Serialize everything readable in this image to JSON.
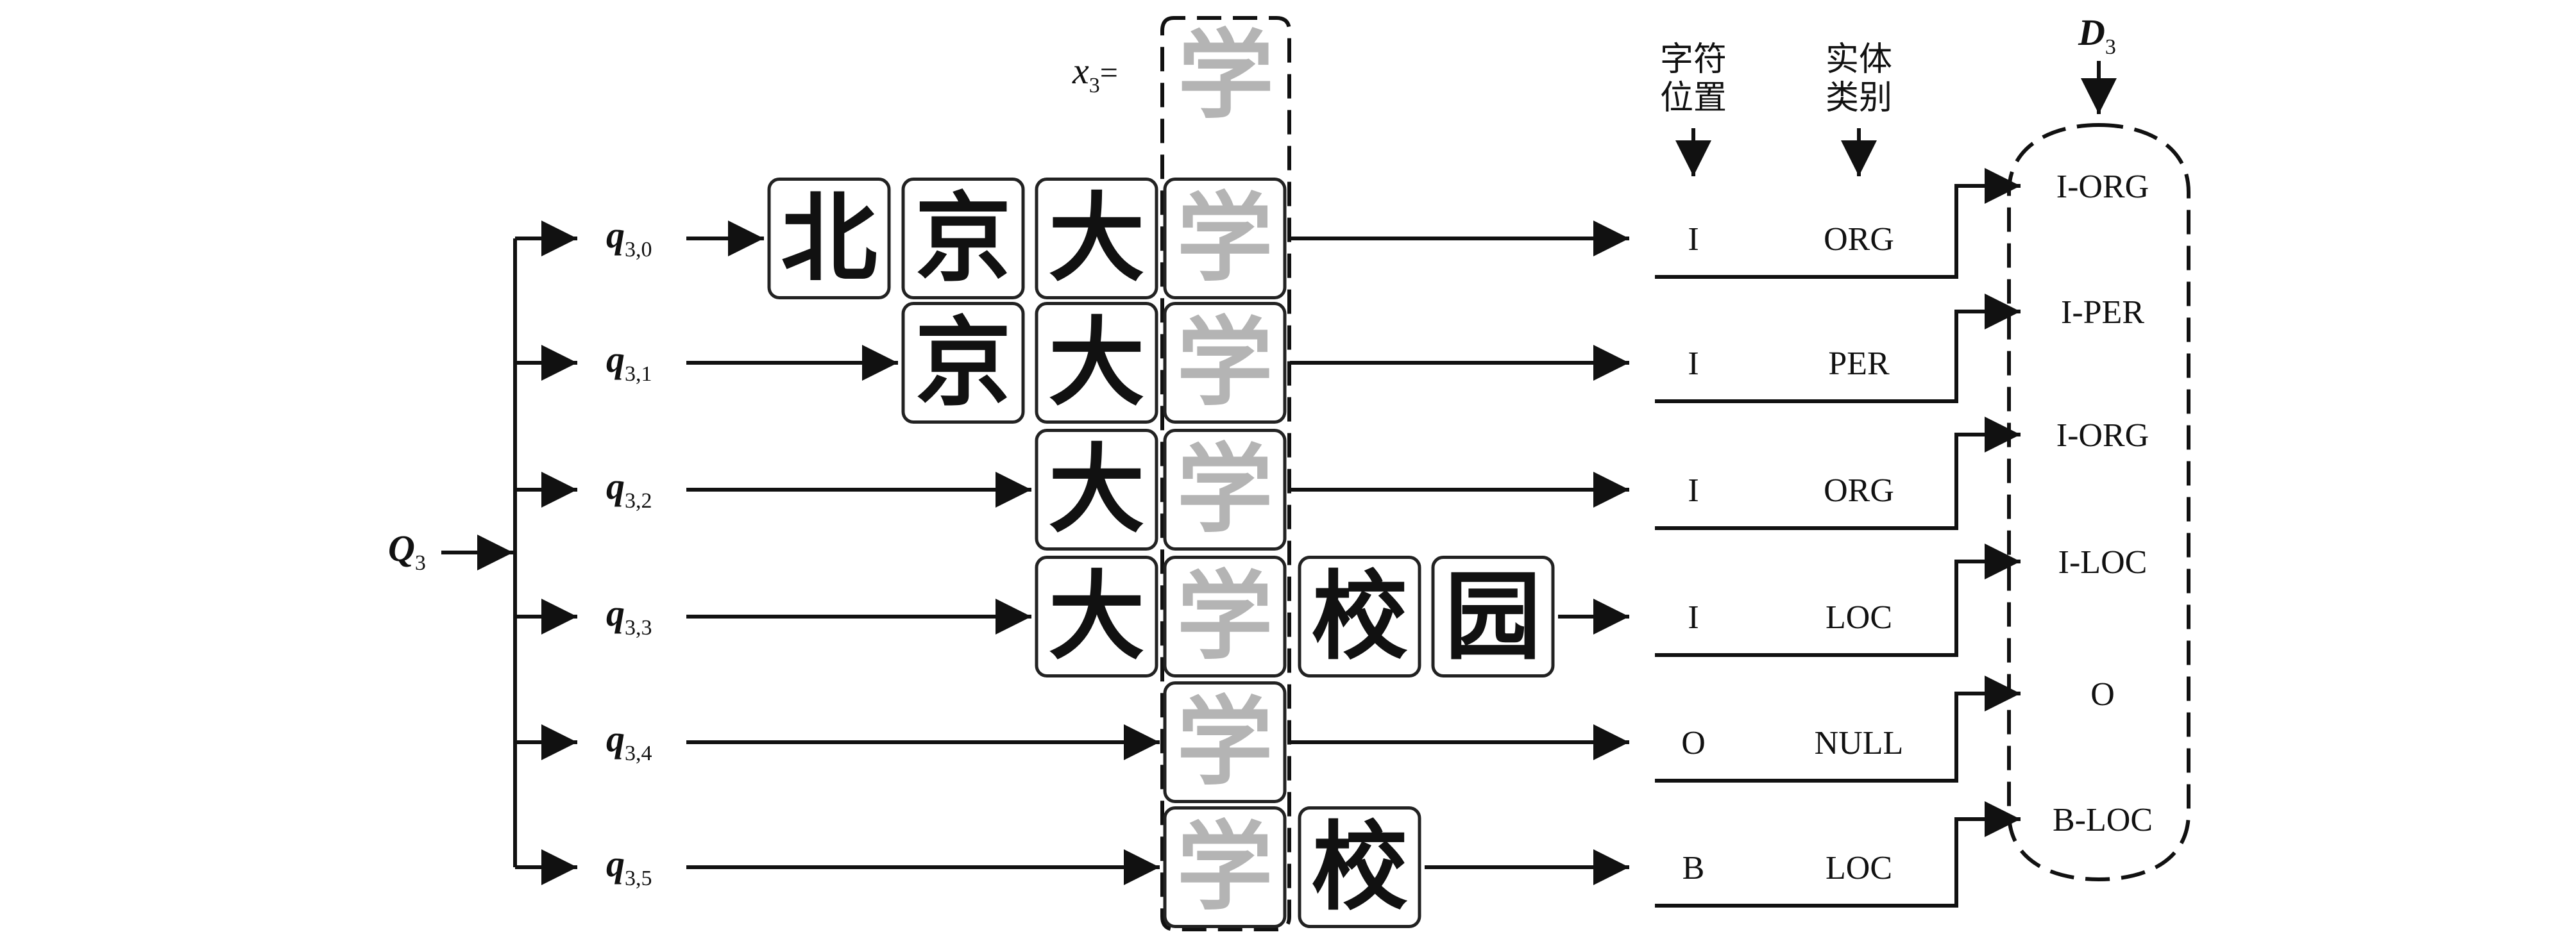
{
  "labels": {
    "q_main": "Q",
    "q_main_sub": "3",
    "x_main": "x",
    "x_sub": "3",
    "x_eq": "=",
    "d_main": "D",
    "d_sub": "3"
  },
  "headers": {
    "char_position": [
      "字符",
      "位置"
    ],
    "entity_type": [
      "实体",
      "类别"
    ]
  },
  "x_char": "学",
  "rows": [
    {
      "q": "q",
      "sub": "3,0",
      "chars": [
        "北",
        "京",
        "大",
        "学"
      ],
      "pos": "I",
      "type": "ORG"
    },
    {
      "q": "q",
      "sub": "3,1",
      "chars": [
        "京",
        "大",
        "学"
      ],
      "pos": "I",
      "type": "PER"
    },
    {
      "q": "q",
      "sub": "3,2",
      "chars": [
        "大",
        "学"
      ],
      "pos": "I",
      "type": "ORG"
    },
    {
      "q": "q",
      "sub": "3,3",
      "chars": [
        "大",
        "学",
        "校",
        "园"
      ],
      "pos": "I",
      "type": "LOC"
    },
    {
      "q": "q",
      "sub": "3,4",
      "chars": [
        "学"
      ],
      "pos": "O",
      "type": "NULL"
    },
    {
      "q": "q",
      "sub": "3,5",
      "chars": [
        "学",
        "校"
      ],
      "pos": "B",
      "type": "LOC"
    }
  ],
  "d_items": [
    "I-ORG",
    "I-PER",
    "I-ORG",
    "I-LOC",
    "O",
    "B-LOC"
  ]
}
